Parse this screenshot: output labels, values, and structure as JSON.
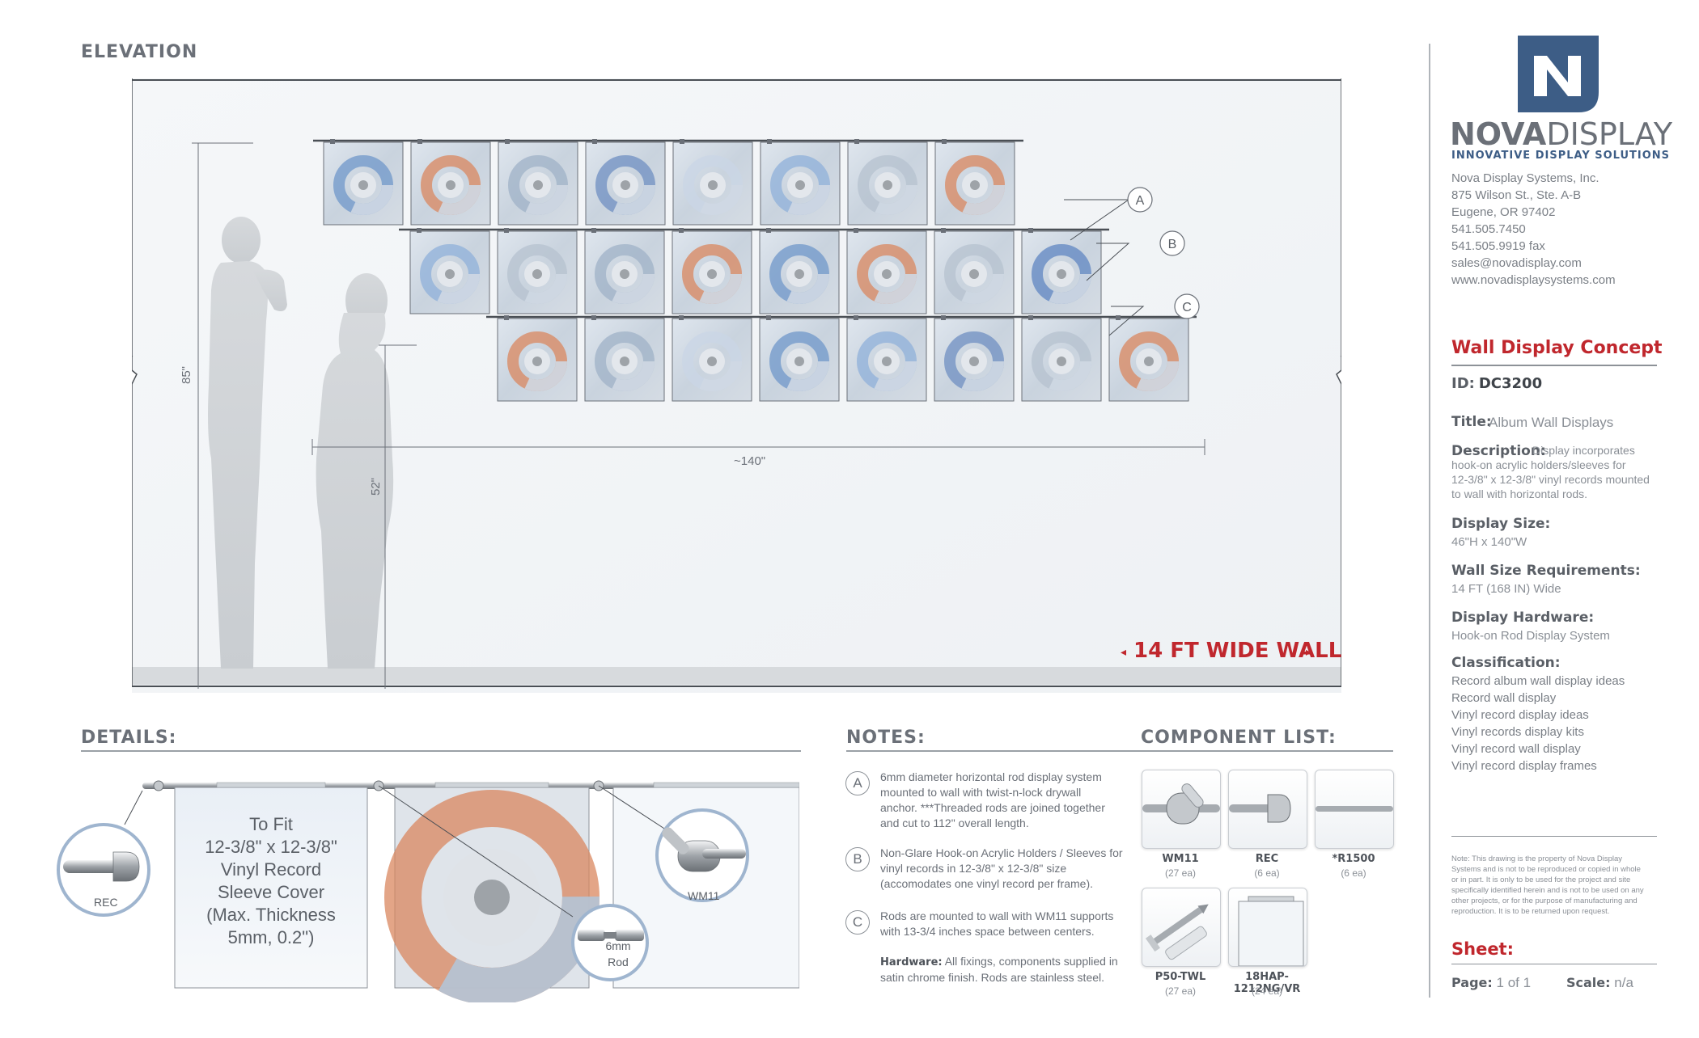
{
  "elevation": {
    "title": "ELEVATION",
    "wall_label": "14 FT WIDE WALL",
    "dim_height_total": "85\"",
    "dim_height_bottom": "52\"",
    "dim_width": "~140\"",
    "callouts": [
      "A",
      "B",
      "C"
    ],
    "rows": [
      {
        "frames": 8,
        "accents": [
          "#6f97c9",
          "#d9875f",
          "#9fb2c7",
          "#6f8fc2",
          "#c9d6e6",
          "#8fb0da",
          "#b5c1cf",
          "#d9875f"
        ]
      },
      {
        "frames": 8,
        "accents": [
          "#8fb0da",
          "#b5c1cf",
          "#9fb2c7",
          "#d9875f",
          "#6f97c9",
          "#d9875f",
          "#b5c1cf",
          "#5f86c2"
        ]
      },
      {
        "frames": 8,
        "accents": [
          "#d9875f",
          "#9fb2c7",
          "#c9d6e6",
          "#6f97c9",
          "#8fb0da",
          "#6f8fc2",
          "#b5c1cf",
          "#d9875f"
        ]
      }
    ]
  },
  "details": {
    "title": "DETAILS:",
    "sleeve_text": [
      "To Fit",
      "12-3/8\" x 12-3/8\"",
      "Vinyl Record",
      "Sleeve Cover",
      "(Max. Thickness",
      "5mm, 0.2\")"
    ],
    "label_rec": "REC",
    "label_wm11": "WM11",
    "label_rod_1": "6mm",
    "label_rod_2": "Rod"
  },
  "notes": {
    "title": "NOTES:",
    "items": [
      {
        "letter": "A",
        "lines": [
          "6mm diameter horizontal rod display system",
          "mounted to wall with twist-n-lock drywall",
          "anchor. ***Threaded rods are joined together",
          "and cut to 112\" overall length."
        ]
      },
      {
        "letter": "B",
        "lines": [
          "Non-Glare Hook-on Acrylic Holders / Sleeves for",
          "vinyl records in 12-3/8\" x 12-3/8\" size",
          "(accomodates one vinyl record per frame)."
        ]
      },
      {
        "letter": "C",
        "lines": [
          "Rods are mounted to wall with WM11 supports",
          "with 13-3/4 inches space between centers."
        ]
      }
    ],
    "hardware_label": "Hardware:",
    "hardware_lines": [
      "All fixings, components supplied in",
      "satin chrome finish. Rods are stainless steel."
    ]
  },
  "components": {
    "title": "COMPONENT LIST:",
    "items": [
      {
        "code": "WM11",
        "qty": "(27 ea)"
      },
      {
        "code": "REC",
        "qty": "(6 ea)"
      },
      {
        "code": "*R1500",
        "qty": "(6 ea)"
      },
      {
        "code": "P50-TWL",
        "qty": "(27 ea)"
      },
      {
        "code": "18HAP-1212NG/VR",
        "qty": "(24 ea)"
      }
    ]
  },
  "sidebar": {
    "logo_bold": "NOVA",
    "logo_light": "DISPLAY",
    "tagline": "INNOVATIVE DISPLAY SOLUTIONS",
    "address": [
      "Nova Display Systems, Inc.",
      "875 Wilson St., Ste. A-B",
      "Eugene, OR 97402",
      "541.505.7450",
      "541.505.9919 fax",
      "sales@novadisplay.com",
      "www.novadisplaysystems.com"
    ],
    "concept_title": "Wall Display Concept",
    "id_label": "ID:",
    "id_value": "DC3200",
    "title_label": "Title:",
    "title_value": "Album Wall Displays",
    "description_label": "Description:",
    "description_lines": [
      "Display incorporates",
      "hook-on acrylic holders/sleeves for",
      "12-3/8\" x 12-3/8\" vinyl records mounted",
      "to wall with horizontal rods."
    ],
    "display_size_label": "Display Size:",
    "display_size_value": "46\"H x 140\"W",
    "wall_size_label": "Wall Size Requirements:",
    "wall_size_value": "14 FT (168 IN) Wide",
    "hardware_label": "Display Hardware:",
    "hardware_value": "Hook-on Rod Display System",
    "classification_label": "Classification:",
    "classification_items": [
      "Record album wall display ideas",
      "Record wall display",
      "Vinyl record display ideas",
      "Vinyl records display kits",
      "Vinyl record wall display",
      "Vinyl record display frames"
    ],
    "disclaimer": [
      "Note: This drawing is the property of Nova Display",
      "Systems and is not to be reproduced or copied in whole",
      "or in part. It is only to be used for the project and site",
      "specifically identified herein and is not to be used on any",
      "other projects, or for the purpose of manufacturing and",
      "reproduction. It is to be returned upon request."
    ],
    "sheet_label": "Sheet:",
    "page_label": "Page:",
    "page_value": "1 of 1",
    "scale_label": "Scale:",
    "scale_value": "n/a"
  },
  "colors": {
    "accent_red": "#c0272d",
    "logo_blue": "#3d5d86",
    "record_blue": "#6f97c9",
    "record_orange": "#d9875f"
  }
}
